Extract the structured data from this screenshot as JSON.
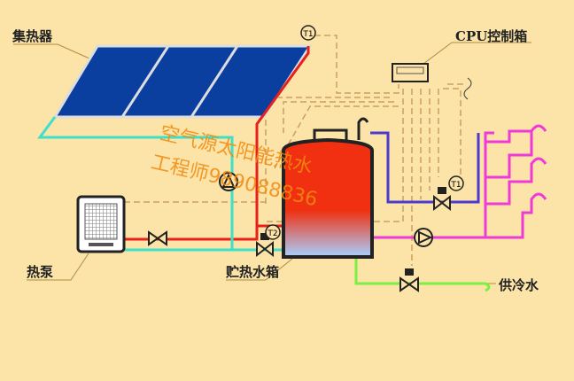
{
  "labels": {
    "collector": "集热器",
    "cpu_box": "CPU控制箱",
    "heat_pump": "热泵",
    "tank": "贮热水箱",
    "cold_water": "供冷水",
    "t1_top": "T1",
    "t1_right": "T1",
    "t2": "T2"
  },
  "watermark": {
    "line1": "空气源太阳能热水",
    "line2": "工程师989088836"
  },
  "colors": {
    "background": "#fce4a8",
    "hot_pipe": "#e8201a",
    "cyan_pipe": "#3de0c8",
    "purple_pipe": "#4a3ad0",
    "pink_pipe": "#ee3ad8",
    "green_pipe": "#7cf040",
    "panel": "#0a3fa0"
  }
}
